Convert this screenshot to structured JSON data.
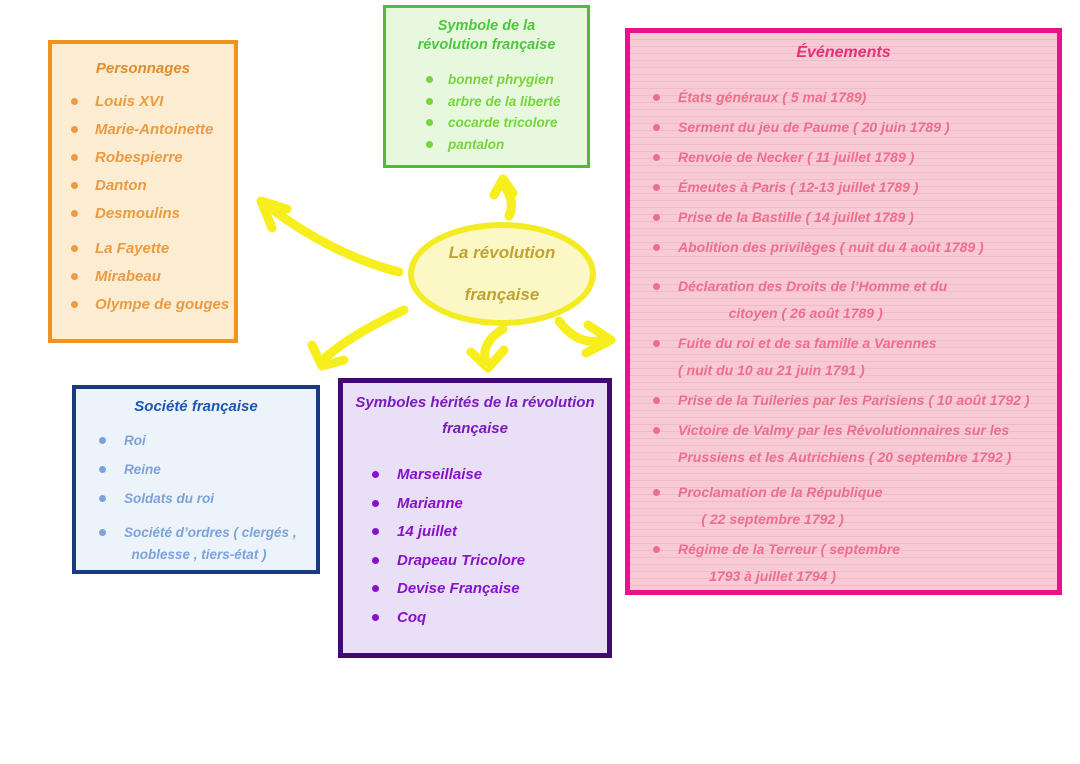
{
  "diagram": {
    "center": {
      "label": "La révolution\nfrançaise",
      "fill_color": "#FBF8C6",
      "border_color": "#F4EB25",
      "text_color": "#C2A232",
      "arrow_color": "#F7EE1E"
    },
    "boxes": {
      "personnages": {
        "title": "Personnages",
        "items": [
          "Louis XVI",
          "Marie-Antoinette",
          "Robespierre",
          "Danton",
          "Desmoulins",
          "La Fayette",
          "Mirabeau",
          "Olympe de gouges"
        ],
        "border_color": "#F0921E",
        "background_color": "#FCEDD2",
        "title_color": "#E18D2B",
        "item_color": "#EA9B43"
      },
      "symbole": {
        "title": "Symbole de la\nrévolution française",
        "items": [
          "bonnet phrygien",
          "arbre de la liberté",
          "cocarde tricolore",
          "pantalon"
        ],
        "border_color": "#55B83B",
        "background_color": "#E7F8DF",
        "title_color": "#4CC83C",
        "item_color": "#76D53A"
      },
      "evenements": {
        "title": "Événements",
        "items": [
          "États généraux ( 5 mai 1789)",
          "Serment du jeu de Paume ( 20 juin 1789 )",
          "Renvoie de Necker ( 11 juillet 1789 )",
          "Émeutes à Paris ( 12-13 juillet 1789 )",
          "Prise de la Bastille ( 14 juillet 1789 )",
          "Abolition des privilèges ( nuit du 4 août 1789 )",
          "Déclaration des Droits de l’Homme et du\n             citoyen ( 26 août 1789 )",
          "Fuite du roi et de sa famille a Varennes\n( nuit du 10 au 21 juin 1791 )",
          "Prise de la Tuileries par les Parisiens ( 10 août 1792 )",
          "Victoire de Valmy par les Révolutionnaires sur les\nPrussiens et les Autrichiens ( 20 septembre 1792 )",
          "Proclamation de la République\n      ( 22 septembre 1792 )",
          "Régime de la Terreur ( septembre\n        1793 à juillet 1794 )"
        ],
        "border_color": "#EC108C",
        "background_color": "#F7CAD5",
        "title_color": "#E73077",
        "item_color": "#EE6E8D"
      },
      "societe": {
        "title": "Société française",
        "items": [
          "Roi",
          "Reine",
          "Soldats du roi",
          "Société d’ordres ( clergés ,\n  noblesse , tiers-état )"
        ],
        "border_color": "#1A3A80",
        "background_color": "#EDF3FB",
        "title_color": "#1D56B4",
        "item_color": "#7BA3D9"
      },
      "symboles_herites": {
        "title": "Symboles hérités de la révolution\nfrançaise",
        "items": [
          "Marseillaise",
          "Marianne",
          "14 juillet",
          "Drapeau Tricolore",
          "Devise Française",
          "Coq"
        ],
        "border_color": "#42096F",
        "background_color": "#E9DFF6",
        "title_color": "#7B1CBA",
        "item_color": "#8812CB"
      }
    }
  }
}
